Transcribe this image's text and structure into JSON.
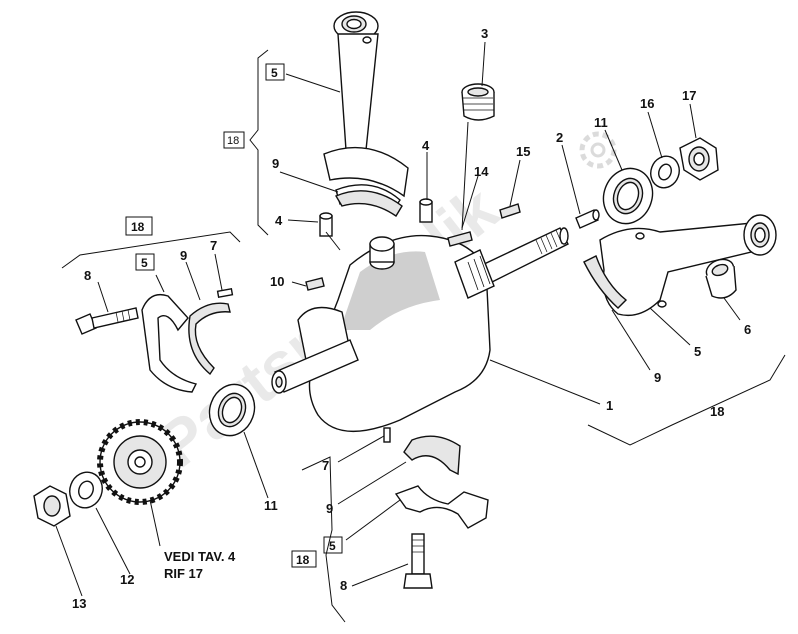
{
  "watermark": "Partsrepublik",
  "callouts": {
    "c1": "1",
    "c2": "2",
    "c3": "3",
    "c4a": "4",
    "c4b": "4",
    "c5_right": "5",
    "c6": "6",
    "c7a": "7",
    "c7b": "7",
    "c8a": "8",
    "c8b": "8",
    "c9a": "9",
    "c9b": "9",
    "c9c": "9",
    "c9d": "9",
    "c10": "10",
    "c11a": "11",
    "c11b": "11",
    "c12": "12",
    "c13": "13",
    "c14": "14",
    "c15": "15",
    "c16": "16",
    "c17": "17",
    "c18_right": "18"
  },
  "boxed": {
    "b5_top": "5",
    "b18_top": "18",
    "b18_left": "18",
    "b5_left": "5",
    "b18_bottom": "18",
    "b5_bottom": "5"
  },
  "note": {
    "line1": "VEDI TAV. 4",
    "line2": "RIF 17"
  },
  "icons": {
    "watermark_gear": "gear-icon"
  }
}
